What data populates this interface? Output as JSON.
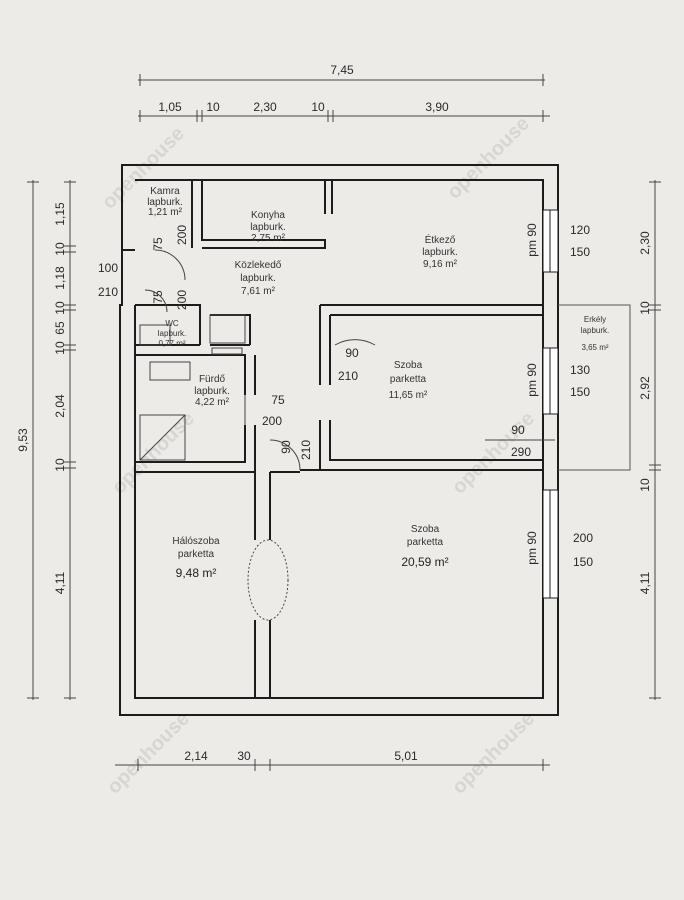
{
  "dimensions": {
    "top_total": "7,45",
    "top_segments": [
      "1,05",
      "10",
      "2,30",
      "10",
      "3,90"
    ],
    "bottom_segments": [
      "2,14",
      "30",
      "5,01"
    ],
    "left_total": "9,53",
    "left_segments": [
      "1,15",
      "10",
      "1,18",
      "10",
      "65",
      "10",
      "2,04",
      "10",
      "4,11"
    ],
    "right_segments": [
      "2,30",
      "10",
      "2,92",
      "10",
      "4,11"
    ]
  },
  "rooms": {
    "kamra": {
      "name": "Kamra",
      "floor": "lapburk.",
      "area": "1,21 m²"
    },
    "konyha": {
      "name": "Konyha",
      "floor": "lapburk.",
      "area": "2,75 m²"
    },
    "etkezo": {
      "name": "Étkező",
      "floor": "lapburk.",
      "area": "9,16 m²"
    },
    "kozlekedo": {
      "name": "Közlekedő",
      "floor": "lapburk.",
      "area": "7,61 m²"
    },
    "wc": {
      "name": "WC",
      "floor": "lapburk.",
      "area": "0,77 m²"
    },
    "furdo": {
      "name": "Fürdő",
      "floor": "lapburk.",
      "area": "4,22 m²"
    },
    "szoba1": {
      "name": "Szoba",
      "floor": "parketta",
      "area": "11,65 m²"
    },
    "erkely": {
      "name": "Erkély",
      "floor": "lapburk.",
      "area": "3,65 m²"
    },
    "haloszoba": {
      "name": "Hálószoba",
      "floor": "parketta",
      "area": "9,48 m²"
    },
    "szoba2": {
      "name": "Szoba",
      "floor": "parketta",
      "area": "20,59 m²"
    }
  },
  "doors": {
    "kamra": [
      "75",
      "200"
    ],
    "entry": [
      "100",
      "210"
    ],
    "wc": [
      "75",
      "200"
    ],
    "szoba1": [
      "90",
      "210"
    ],
    "furdo": [
      "75",
      "200"
    ],
    "szoba2": [
      "90",
      "210"
    ],
    "erkely": [
      "90",
      "290"
    ]
  },
  "windows": {
    "etkezo": {
      "pm": "pm 90",
      "w": "120",
      "h": "150"
    },
    "szoba1": {
      "pm": "pm 90",
      "w": "130",
      "h": "150"
    },
    "szoba2": {
      "pm": "pm 90",
      "w": "200",
      "h": "150"
    }
  },
  "watermark": "openhouse",
  "colors": {
    "wall": "#1c1c1c",
    "background": "#ecebe7"
  }
}
